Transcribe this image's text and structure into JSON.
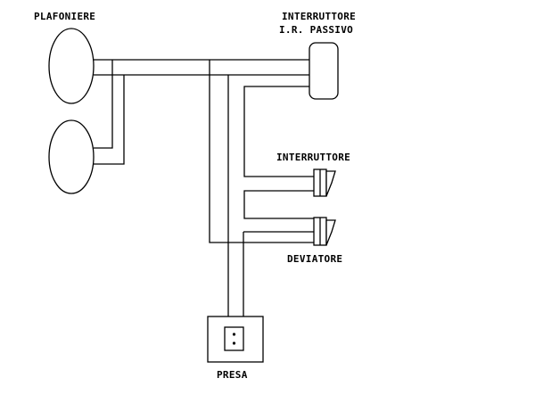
{
  "labels": {
    "plafoniere": "PLAFONIERE",
    "interruttore_ir_line1": "INTERRUTTORE",
    "interruttore_ir_line2": "I.R. PASSIVO",
    "interruttore": "INTERRUTTORE",
    "deviatore": "DEVIATORE",
    "presa": "PRESA"
  }
}
